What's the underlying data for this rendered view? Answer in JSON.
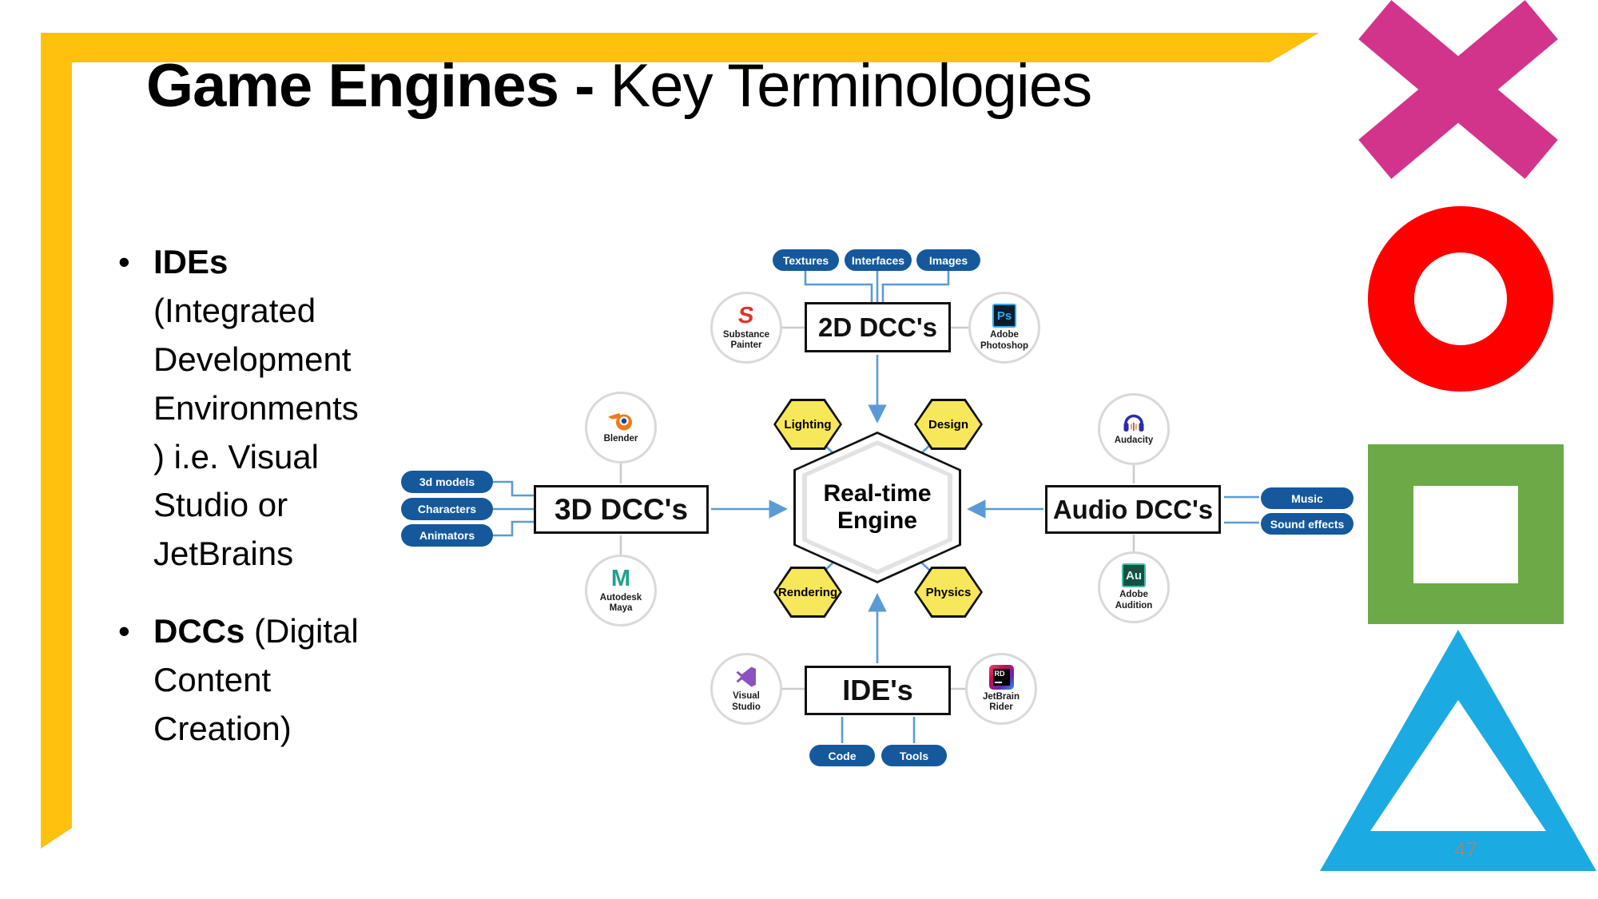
{
  "slide": {
    "title_bold": "Game Engines -",
    "title_regular": " Key Terminologies",
    "bullet_glyph": "•",
    "page_number": "47",
    "bullets": [
      {
        "lead": "IDEs",
        "rest": "\n(Integrated\nDevelopment\nEnvironments\n) i.e. Visual\nStudio or\nJetBrains"
      },
      {
        "lead": "DCCs",
        "rest": " (Digital\nContent\nCreation)"
      }
    ]
  },
  "diagram": {
    "center_label": "Real-time\nEngine",
    "boxes": {
      "top": "2D DCC's",
      "left": "3D DCC's",
      "right": "Audio DCC's",
      "bottom": "IDE's"
    },
    "hexagons": {
      "lighting": "Lighting",
      "design": "Design",
      "rendering": "Rendering",
      "physics": "Physics"
    },
    "pills": {
      "top": [
        "Textures",
        "Interfaces",
        "Images"
      ],
      "left": [
        "3d models",
        "Characters",
        "Animators"
      ],
      "right": [
        "Music",
        "Sound effects"
      ],
      "bottom": [
        "Code",
        "Tools"
      ]
    },
    "tools": {
      "substance_painter": "Substance\nPainter",
      "photoshop": "Adobe\nPhotoshop",
      "blender": "Blender",
      "maya": "Autodesk\nMaya",
      "audacity": "Audacity",
      "audition": "Adobe\nAudition",
      "visual_studio": "Visual\nStudio",
      "rider": "JetBrain\nRider"
    },
    "icon_glyphs": {
      "substance": "S",
      "photoshop": "Ps",
      "maya": "M",
      "audition": "Au",
      "rider": "RD"
    }
  },
  "colors": {
    "accent-yellow": "#FFC10E",
    "shape-pink": "#D2348B",
    "shape-red": "#FE0000",
    "shape-green": "#6CA947",
    "shape-blue": "#1BAAE1",
    "pill-blue": "#15599C",
    "hex-yellow": "#F7E75A",
    "arrow-blue": "#5B9BD5",
    "line-gray": "#CBCBCB"
  }
}
